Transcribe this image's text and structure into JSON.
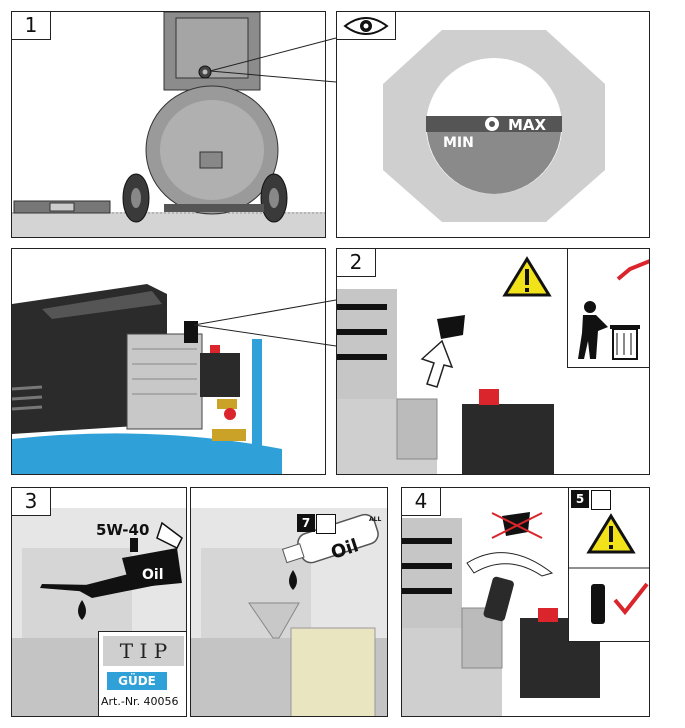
{
  "steps": {
    "step1": {
      "number": "1"
    },
    "step2": {
      "number": "2"
    },
    "step3": {
      "number": "3"
    },
    "step4": {
      "number": "4"
    }
  },
  "sight_glass": {
    "max_label": "MAX",
    "min_label": "MIN"
  },
  "oil_can": {
    "grade": "5W-40",
    "label": "Oil"
  },
  "oil_bottle": {
    "step_ref": "7",
    "label": "Oil",
    "scale": "ALL"
  },
  "step4_side": {
    "step_ref": "5"
  },
  "tip": {
    "title": "T I P",
    "brand": "GÜDE",
    "article": "Art.-Nr. 40056"
  },
  "colors": {
    "accent_blue": "#2fa0d8",
    "warning_yellow": "#f2e21a",
    "check_red": "#d9252b",
    "sight_grey": "#8a8a8a"
  }
}
